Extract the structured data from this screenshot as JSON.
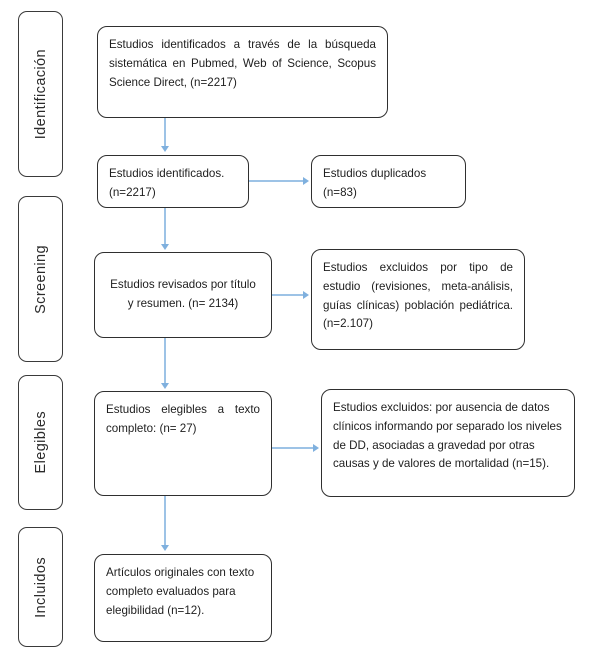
{
  "diagram": {
    "title": "PRISMA flow diagram",
    "type": "flowchart",
    "language": "es",
    "colors": {
      "box_border": "#2f2f2f",
      "phase_border": "#3a3a3a",
      "connector": "#9dc3e6",
      "arrowhead": "#7fb0de",
      "background": "#ffffff",
      "text": "#1e1e1e"
    }
  },
  "phases": [
    {
      "id": "identificacion",
      "label": "Identificación"
    },
    {
      "id": "screening",
      "label": "Screening"
    },
    {
      "id": "elegibles",
      "label": "Elegibles"
    },
    {
      "id": "incluidos",
      "label": "Incluidos"
    }
  ],
  "boxes": {
    "identified_sources": {
      "text": "Estudios identificados a través de la búsqueda sistemática en Pubmed, Web of Science, Scopus Science Direct, (n=2217)",
      "count": 2217
    },
    "identified_total": {
      "line1": "Estudios identificados.",
      "line2": "(n=2217)",
      "count": 2217
    },
    "duplicates": {
      "line1": "Estudios duplicados",
      "line2": "(n=83)",
      "count": 83
    },
    "screened": {
      "text": "Estudios revisados por título y resumen. (n= 2134)",
      "count": 2134
    },
    "excluded_type": {
      "text": "Estudios excluidos por tipo de estudio (revisiones, meta-análisis, guías clínicas) población pediátrica. (n=2.107)",
      "count": 2107
    },
    "eligible_fulltext": {
      "text": "Estudios elegibles a texto completo: (n= 27)",
      "count": 27
    },
    "excluded_data": {
      "text": "Estudios excluidos: por ausencia de datos clínicos informando por separado los niveles de DD, asociadas a gravedad por otras causas y de valores de mortalidad (n=15).",
      "count": 15
    },
    "included_final": {
      "text": "Artículos originales con texto completo evaluados para elegibilidad (n=12).",
      "count": 12
    }
  }
}
